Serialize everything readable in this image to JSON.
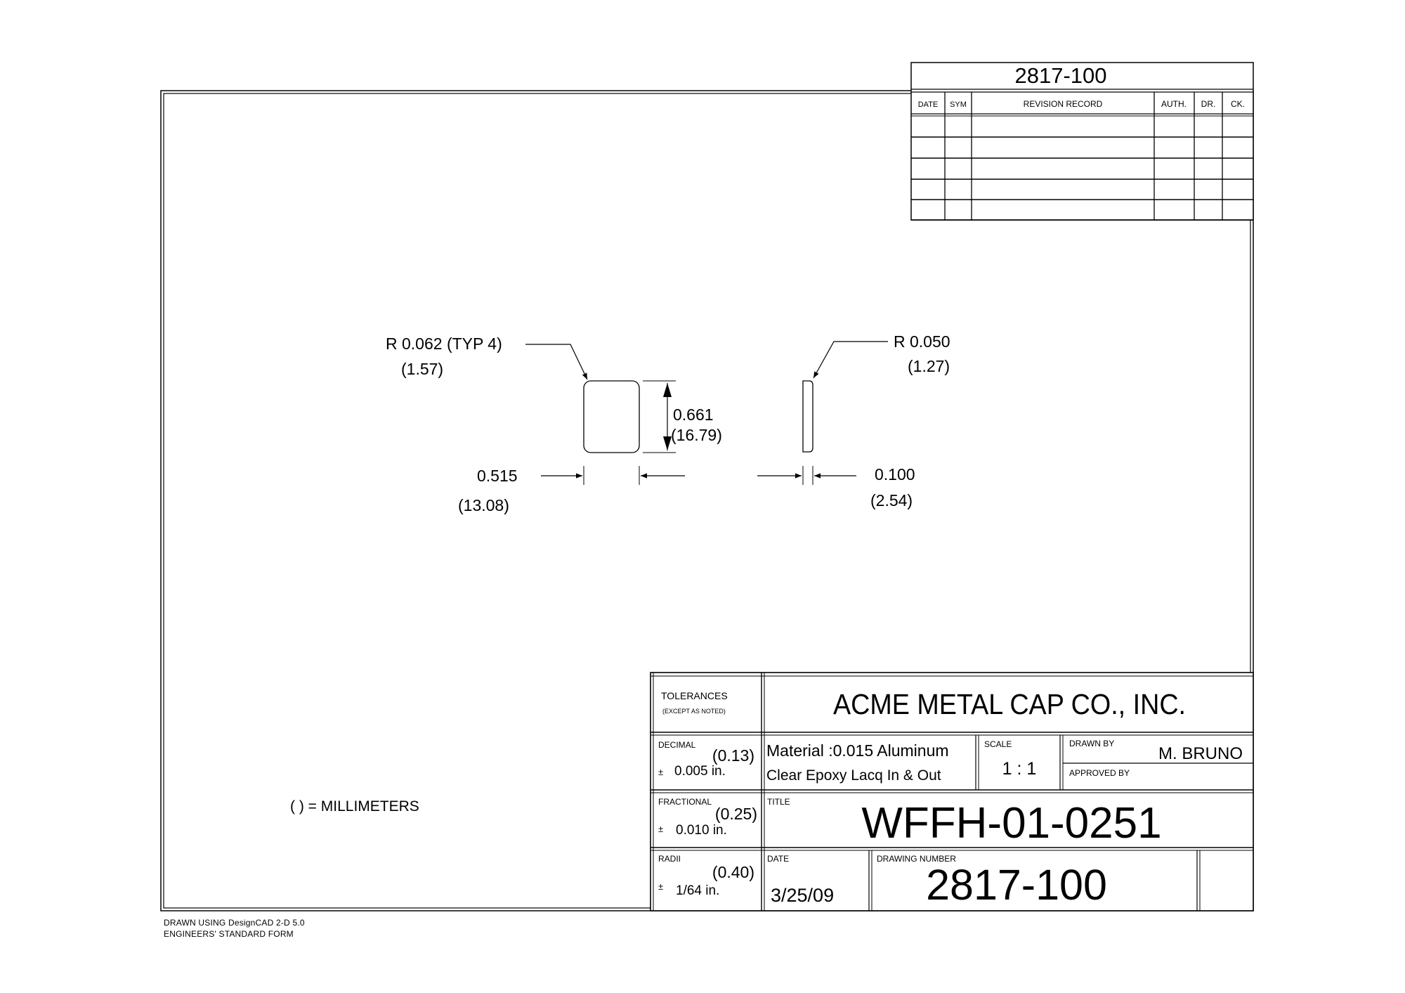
{
  "revision_block": {
    "drawing_number": "2817-100",
    "headers": {
      "date": "DATE",
      "sym": "SYM",
      "record": "REVISION RECORD",
      "auth": "AUTH.",
      "dr": "DR.",
      "ck": "CK."
    }
  },
  "dimensions": {
    "corner_radius": {
      "inch": "R 0.062 (TYP 4)",
      "mm": "(1.57)"
    },
    "height": {
      "inch": "0.661",
      "mm": "(16.79)"
    },
    "width": {
      "inch": "0.515",
      "mm": "(13.08)"
    },
    "edge_radius": {
      "inch": "R 0.050",
      "mm": "(1.27)"
    },
    "thickness": {
      "inch": "0.100",
      "mm": "(2.54)"
    }
  },
  "units_note": "( ) = MILLIMETERS",
  "title_block": {
    "tolerances_label": "TOLERANCES",
    "except_label": "(EXCEPT AS NOTED)",
    "company": "ACME METAL CAP CO., INC.",
    "decimal_label": "DECIMAL",
    "decimal_mm": "(0.13)",
    "decimal_tol": "0.005 in.",
    "fractional_label": "FRACTIONAL",
    "fractional_mm": "(0.25)",
    "fractional_tol": "0.010 in.",
    "radii_label": "RADII",
    "radii_mm": "(0.40)",
    "radii_tol": "1/64 in.",
    "plus_minus": "±",
    "material_line1": "Material :0.015 Aluminum",
    "material_line2": "Clear Epoxy Lacq In & Out",
    "scale_label": "SCALE",
    "scale_value": "1 : 1",
    "drawn_by_label": "DRAWN BY",
    "drawn_by": "M. BRUNO",
    "approved_by_label": "APPROVED BY",
    "title_label": "TITLE",
    "title": "WFFH-01-0251",
    "date_label": "DATE",
    "date": "3/25/09",
    "drawing_number_label": "DRAWING NUMBER",
    "drawing_number": "2817-100"
  },
  "footer": {
    "line1": "DRAWN USING DesignCAD 2-D 5.0",
    "line2": "ENGINEERS' STANDARD FORM"
  }
}
